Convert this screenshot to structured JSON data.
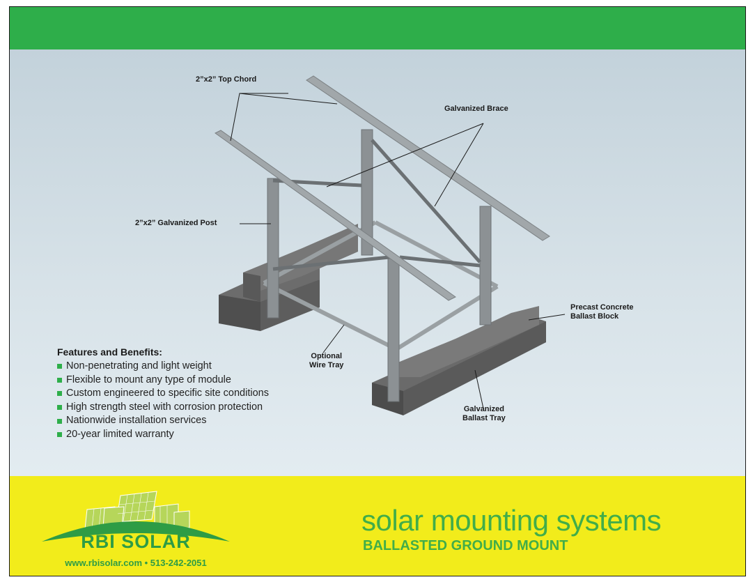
{
  "callouts": {
    "top_chord": "2”x2” Top Chord",
    "brace": "Galvanized Brace",
    "post": "2”x2” Galvanized Post",
    "ballast_block_line1": "Precast Concrete",
    "ballast_block_line2": "Ballast Block",
    "wire_tray_line1": "Optional",
    "wire_tray_line2": "Wire Tray",
    "ballast_tray_line1": "Galvanized",
    "ballast_tray_line2": "Ballast Tray"
  },
  "features": {
    "title": "Features and Benefits:",
    "items": [
      "Non-penetrating and light weight",
      "Flexible to mount any type of module",
      "Custom engineered to specific site conditions",
      "High strength steel with corrosion protection",
      "Nationwide installation services",
      "20-year limited warranty"
    ]
  },
  "footer": {
    "company": "RBI SOLAR",
    "contact": "www.rbisolar.com  •  513-242-2051",
    "tagline": "solar mounting systems",
    "product": "BALLASTED GROUND MOUNT"
  },
  "colors": {
    "green_band": "#2eae4a",
    "footer_yellow": "#f2ec1b",
    "brand_green": "#41ad49"
  }
}
